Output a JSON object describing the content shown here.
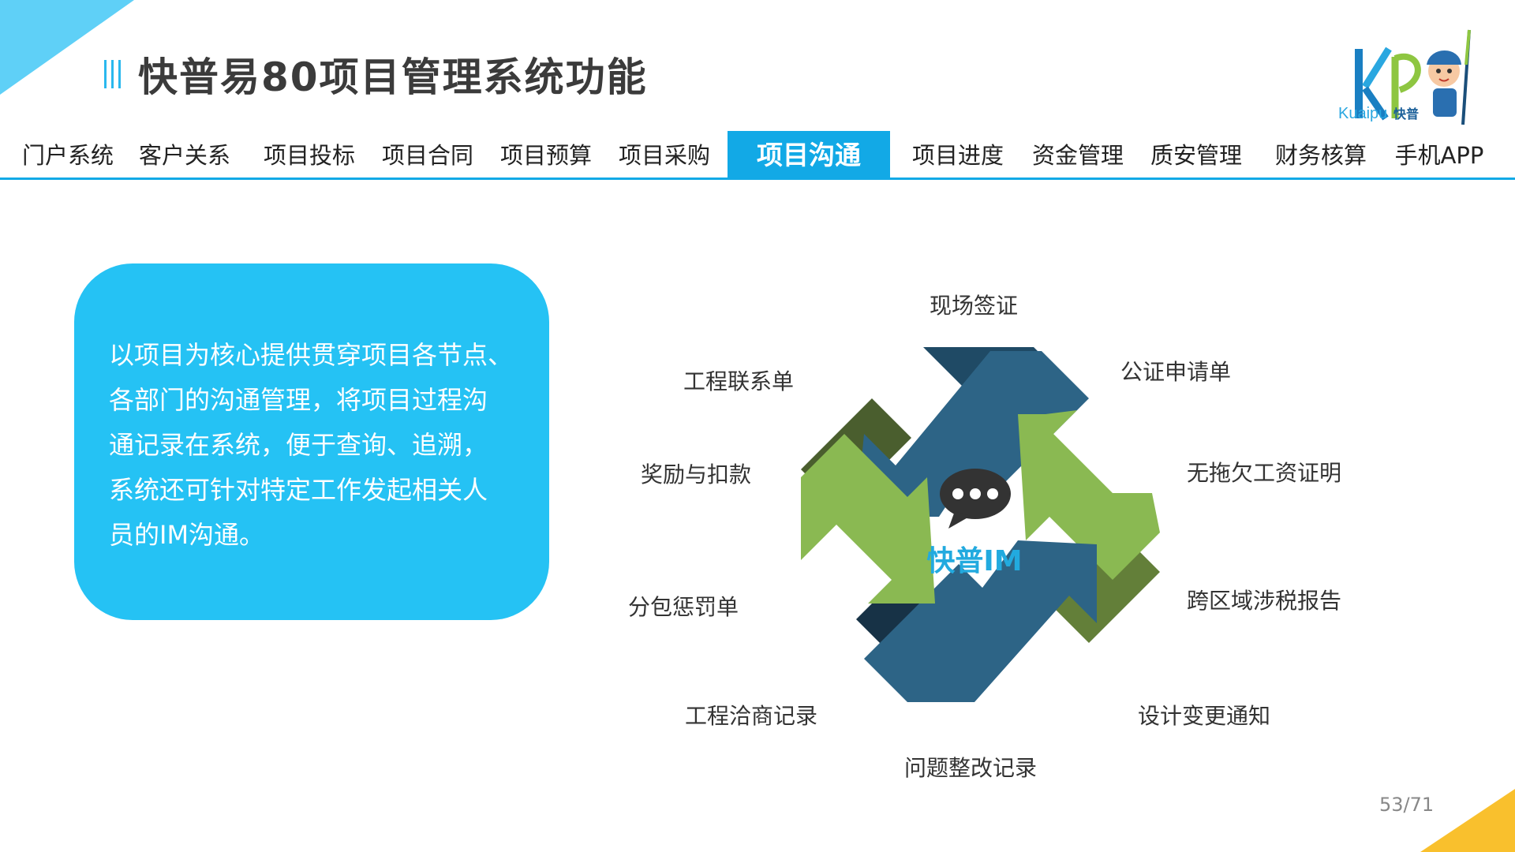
{
  "page": {
    "title": "快普易80项目管理系统功能",
    "page_number": "53/71"
  },
  "logo": {
    "brand_en": "Kuaipu",
    "brand_cn": "快普"
  },
  "nav": {
    "items": [
      {
        "label": "门户系统"
      },
      {
        "label": "客户关系"
      },
      {
        "label": "项目投标"
      },
      {
        "label": "项目合同"
      },
      {
        "label": "项目预算"
      },
      {
        "label": "项目采购"
      },
      {
        "label": "项目沟通",
        "active": true
      },
      {
        "label": "项目进度"
      },
      {
        "label": "资金管理"
      },
      {
        "label": "质安管理"
      },
      {
        "label": "财务核算"
      },
      {
        "label": "手机APP"
      }
    ]
  },
  "description": [
    "以项目为核心提供贯穿项目各节点、",
    "各部门的沟通管理，将项目过程沟",
    "通记录在系统，便于查询、追溯，",
    "系统还可针对特定工作发起相关人",
    "员的IM沟通。"
  ],
  "diagram": {
    "center": "快普IM",
    "center_icon": "chat-bubble-icon",
    "labels": {
      "top": "现场签证",
      "top_right": "公证申请单",
      "right_upper": "无拖欠工资证明",
      "right_lower": "跨区域涉税报告",
      "bottom_right": "设计变更通知",
      "bottom": "问题整改记录",
      "bottom_left": "工程洽商记录",
      "left_lower": "分包惩罚单",
      "left_upper": "奖励与扣款",
      "top_left": "工程联系单"
    }
  },
  "colors": {
    "accent": "#12a9e6",
    "box": "#25c2f4",
    "blue_dark": "#2d6486",
    "green": "#8ab952",
    "green_dark": "#4a5e2e",
    "navy_dark": "#173246"
  }
}
